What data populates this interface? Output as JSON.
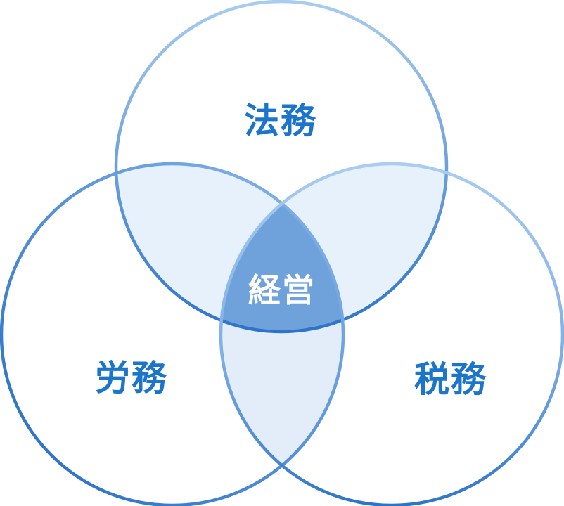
{
  "diagram": {
    "type": "venn-3-circles",
    "circles": [
      {
        "id": "legal",
        "label": "法務",
        "position": "top"
      },
      {
        "id": "labor",
        "label": "労務",
        "position": "bottom-left"
      },
      {
        "id": "tax",
        "label": "税務",
        "position": "bottom-right"
      }
    ],
    "center": {
      "label": "経営"
    }
  },
  "colors": {
    "background": "#FFFFFF",
    "circle_fill": "#FFFFFF",
    "pair_overlap_fill": "#E7F1FB",
    "bottom_overlap_fill": "#E3EDF9",
    "center_overlap_fill": "#6FA1DB",
    "label_text": "#1B76CB",
    "center_text": "#FFFFFF",
    "stroke_light": "#A9CCF0",
    "stroke_mid": "#7FAFE7",
    "stroke_dark": "#2D74C9"
  }
}
